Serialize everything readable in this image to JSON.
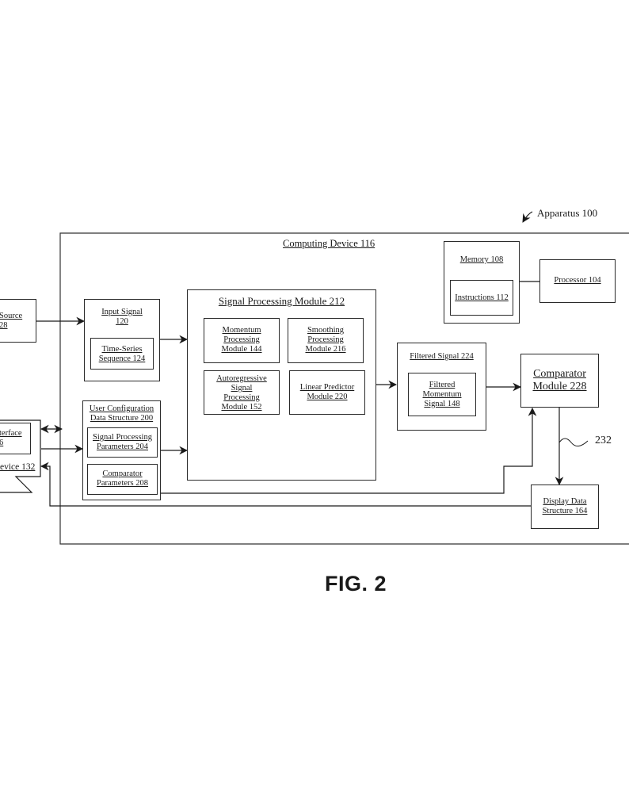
{
  "figure": {
    "apparatus_label": "Apparatus 100",
    "computing_device_label": "Computing Device 116",
    "caption": "FIG. 2",
    "reference_232": "232"
  },
  "external": {
    "source_line1": "Source",
    "source_line2": "28",
    "interface_line1": "terface",
    "interface_line2": "6",
    "device_label": "evice 132"
  },
  "blocks": {
    "input_signal_l1": "Input Signal",
    "input_signal_l2": "120",
    "time_series_l1": "Time-Series",
    "time_series_l2": "Sequence 124",
    "user_config_l1": "User Configuration",
    "user_config_l2": "Data Structure 200",
    "sp_params_l1": "Signal Processing",
    "sp_params_l2": "Parameters 204",
    "comp_params_l1": "Comparator",
    "comp_params_l2": "Parameters 208",
    "spm_title": "Signal Processing Module 212",
    "momentum_l1": "Momentum",
    "momentum_l2": "Processing",
    "momentum_l3": "Module 144",
    "smoothing_l1": "Smoothing",
    "smoothing_l2": "Processing",
    "smoothing_l3": "Module 216",
    "autoreg_l1": "Autoregressive",
    "autoreg_l2": "Signal",
    "autoreg_l3": "Processing",
    "autoreg_l4": "Module 152",
    "linear_l1": "Linear Predictor",
    "linear_l2": "Module 220",
    "memory": "Memory 108",
    "instructions": "Instructions 112",
    "processor": "Processor 104",
    "filtered_signal": "Filtered Signal 224",
    "filtered_mom_l1": "Filtered",
    "filtered_mom_l2": "Momentum",
    "filtered_mom_l3": "Signal 148",
    "comparator_l1": "Comparator",
    "comparator_l2": "Module 228",
    "display_l1": "Display Data",
    "display_l2": "Structure 164"
  }
}
